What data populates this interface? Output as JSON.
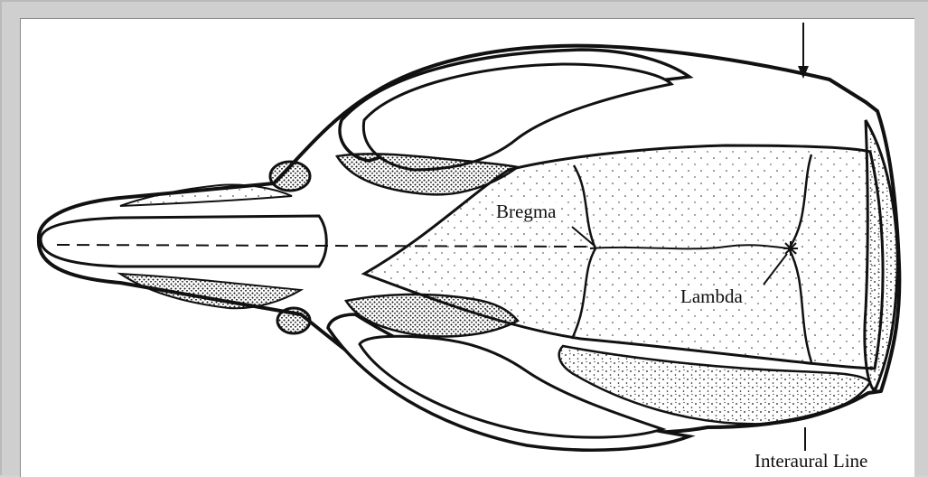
{
  "labels": {
    "bregma": "Bregma",
    "lambda": "Lambda",
    "interaural": "Interaural Line"
  },
  "colors": {
    "ink": "#111111",
    "paper": "#ffffff",
    "frame": "#cfcfcf"
  }
}
